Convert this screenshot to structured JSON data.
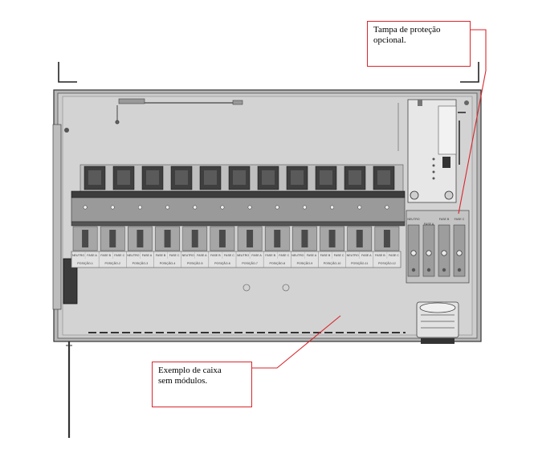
{
  "callouts": {
    "cover": {
      "line1": "Tampa de proteção",
      "line2": "opcional."
    },
    "box": {
      "line1": "Exemplo de caixa",
      "line2": "sem módulos."
    }
  },
  "module_labels": [
    {
      "a": "NEUTRO",
      "b": "FASE A",
      "pos": "POSIÇÃO-1"
    },
    {
      "a": "FASE B",
      "b": "FASE C",
      "pos": "POSIÇÃO-2"
    },
    {
      "a": "NEUTRO",
      "b": "FASE A",
      "pos": "POSIÇÃO-3"
    },
    {
      "a": "FASE B",
      "b": "FASE C",
      "pos": "POSIÇÃO-4"
    },
    {
      "a": "NEUTRO",
      "b": "FASE A",
      "pos": "POSIÇÃO-5"
    },
    {
      "a": "FASE B",
      "b": "FASE C",
      "pos": "POSIÇÃO-6"
    },
    {
      "a": "NEUTRO",
      "b": "FASE A",
      "pos": "POSIÇÃO-7"
    },
    {
      "a": "FASE B",
      "b": "FASE C",
      "pos": "POSIÇÃO-8"
    },
    {
      "a": "NEUTRO",
      "b": "FASE A",
      "pos": "POSIÇÃO-9"
    },
    {
      "a": "FASE B",
      "b": "FASE C",
      "pos": "POSIÇÃO-10"
    },
    {
      "a": "NEUTRO",
      "b": "FASE A",
      "pos": "POSIÇÃO-11"
    },
    {
      "a": "FASE B",
      "b": "FASE C",
      "pos": "POSIÇÃO-12"
    }
  ],
  "terminal_labels": [
    "NEUTRO",
    "FASE A",
    "FASE B",
    "FASE C"
  ],
  "colors": {
    "callout_border": "#d9262c",
    "enclosure": "#c9c9c9",
    "line": "#2b2b2b"
  }
}
